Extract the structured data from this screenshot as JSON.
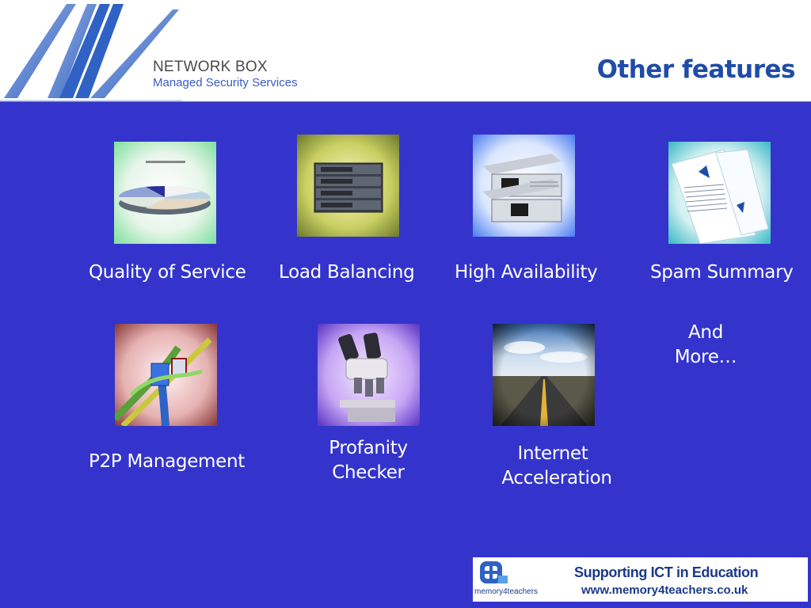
{
  "header": {
    "brand_name": "NETWORK BOX",
    "brand_sub": "Managed Security Services",
    "title": "Other features"
  },
  "features": [
    {
      "label": "Quality of Service",
      "image": "pie-chart"
    },
    {
      "label": "Load Balancing",
      "image": "rack-servers"
    },
    {
      "label": "High Availability",
      "image": "redundant-power-units"
    },
    {
      "label": "Spam Summary",
      "image": "report-documents"
    },
    {
      "label": "P2P Management",
      "image": "network-cables"
    },
    {
      "label_line1": "Profanity",
      "label_line2": "Checker",
      "image": "microscope"
    },
    {
      "label_line1": "Internet",
      "label_line2": "Acceleration",
      "image": "open-road"
    },
    {
      "label_line1": "And",
      "label_line2": "More…"
    }
  ],
  "footer": {
    "logo_text": "memory4teachers",
    "tagline": "Supporting ICT in Education",
    "url": "www.memory4teachers.co.uk"
  },
  "colors": {
    "background": "#3434cc",
    "title": "#1f4ca8",
    "header_background": "#ffffff"
  }
}
